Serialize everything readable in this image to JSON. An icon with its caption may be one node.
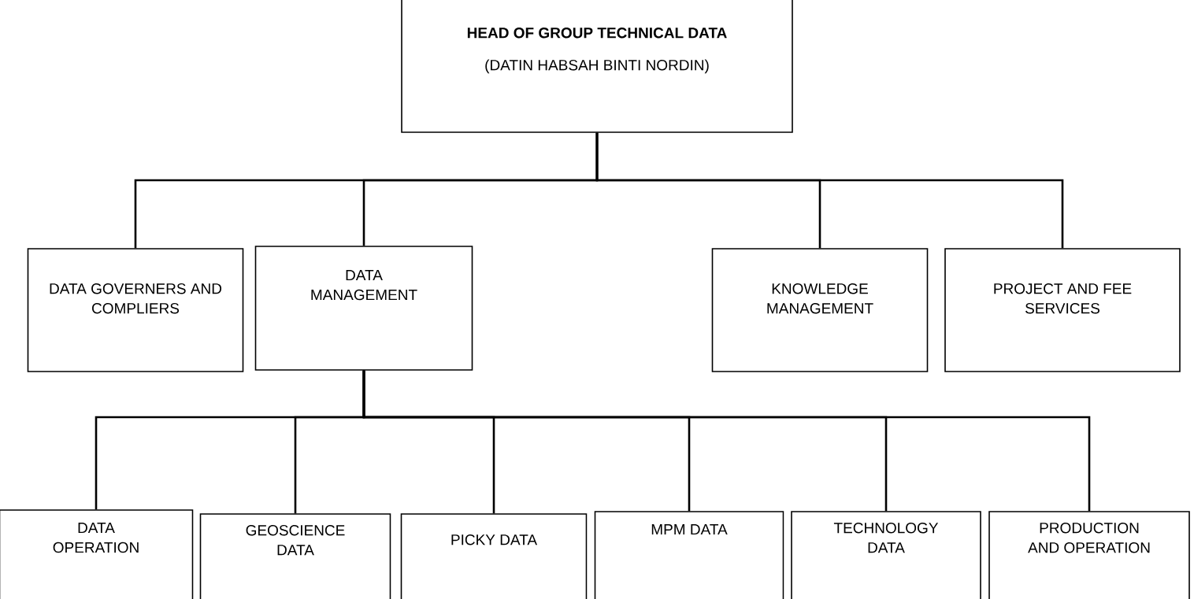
{
  "diagram": {
    "nodes": [
      {
        "text": [
          "HEAD OF GROUP TECHNICAL DATA",
          "(DATIN HABSAH BINTI NORDIN)"
        ]
      },
      {
        "text": [
          "DATA GOVERNERS AND COMPLIERS"
        ]
      },
      {
        "text": [
          "DATA MANAGEMENT"
        ]
      },
      {
        "text": [
          "KNOWLEDGE MANAGEMENT"
        ]
      },
      {
        "text": [
          "PROJECT AND FEE SERVICES"
        ]
      },
      {
        "text": [
          "DATA OPERATION"
        ]
      },
      {
        "text": [
          "GEOSCIENCE DATA"
        ]
      },
      {
        "text": [
          "PICKY DATA"
        ]
      },
      {
        "text": [
          "MPM DATA"
        ]
      },
      {
        "text": [
          "TECHNOLOGY DATA"
        ]
      },
      {
        "text": [
          "PRODUCTION AND OPERATION"
        ]
      }
    ],
    "edges": [
      {
        "from": 0,
        "to": 1,
        "arrow": "none"
      },
      {
        "from": 0,
        "to": 2,
        "arrow": "none"
      },
      {
        "from": 0,
        "to": 3,
        "arrow": "none"
      },
      {
        "from": 0,
        "to": 4,
        "arrow": "none"
      },
      {
        "from": 2,
        "to": 5,
        "arrow": "none"
      },
      {
        "from": 2,
        "to": 6,
        "arrow": "none"
      },
      {
        "from": 2,
        "to": 7,
        "arrow": "none"
      },
      {
        "from": 2,
        "to": 8,
        "arrow": "none"
      },
      {
        "from": 2,
        "to": 9,
        "arrow": "none"
      },
      {
        "from": 2,
        "to": 10,
        "arrow": "none"
      }
    ]
  }
}
